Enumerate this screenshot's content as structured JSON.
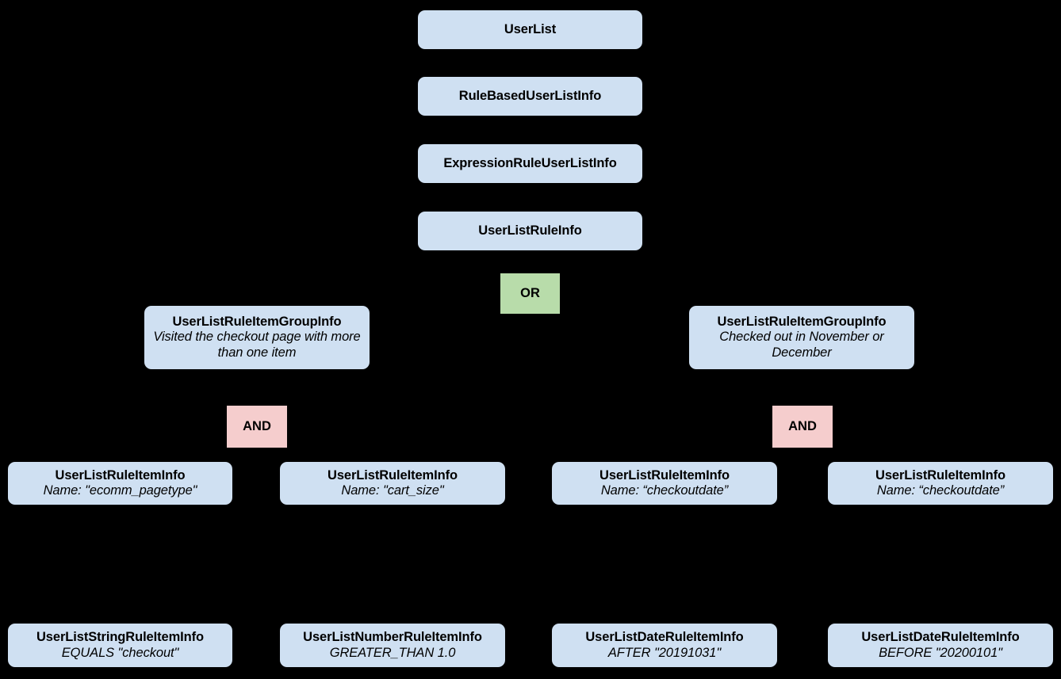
{
  "diagram": {
    "background_color": "#000000",
    "node_color": "#cfe0f2",
    "or_color": "#b8dcaa",
    "and_color": "#f5cdcd",
    "text_color": "#000000",
    "nodes": [
      {
        "id": "userlist",
        "title": "UserList",
        "sub": ""
      },
      {
        "id": "rulebased",
        "title": "RuleBasedUserListInfo",
        "sub": ""
      },
      {
        "id": "expressionrule",
        "title": "ExpressionRuleUserListInfo",
        "sub": ""
      },
      {
        "id": "userlistruleinfo",
        "title": "UserListRuleInfo",
        "sub": ""
      },
      {
        "id": "group_left",
        "title": "UserListRuleItemGroupInfo",
        "sub": "Visited the checkout page with more than one item"
      },
      {
        "id": "group_right",
        "title": "UserListRuleItemGroupInfo",
        "sub": "Checked out in November or December"
      },
      {
        "id": "item_pagetype",
        "title": "UserListRuleItemInfo",
        "sub": "Name: \"ecomm_pagetype\""
      },
      {
        "id": "item_cartsize",
        "title": "UserListRuleItemInfo",
        "sub": "Name: \"cart_size\""
      },
      {
        "id": "item_checkoutdate_1",
        "title": "UserListRuleItemInfo",
        "sub": "Name: “checkoutdate”"
      },
      {
        "id": "item_checkoutdate_2",
        "title": "UserListRuleItemInfo",
        "sub": "Name: “checkoutdate”"
      },
      {
        "id": "leaf_string",
        "title": "UserListStringRuleItemInfo",
        "sub": "EQUALS \"checkout\""
      },
      {
        "id": "leaf_number",
        "title": "UserListNumberRuleItemInfo",
        "sub": "GREATER_THAN 1.0"
      },
      {
        "id": "leaf_date_after",
        "title": "UserListDateRuleItemInfo",
        "sub": "AFTER \"20191031\""
      },
      {
        "id": "leaf_date_before",
        "title": "UserListDateRuleItemInfo",
        "sub": "BEFORE \"20200101\""
      }
    ],
    "operators": [
      {
        "id": "or_root",
        "label": "OR"
      },
      {
        "id": "and_left",
        "label": "AND"
      },
      {
        "id": "and_right",
        "label": "AND"
      }
    ]
  }
}
